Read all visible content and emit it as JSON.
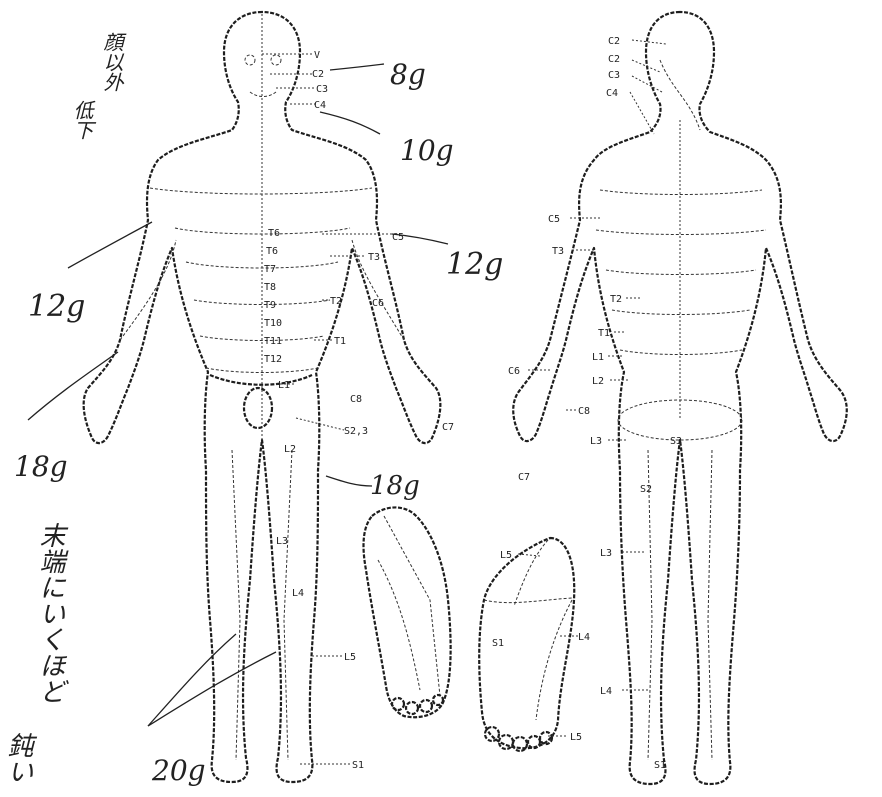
{
  "front_labels": {
    "v": "V",
    "c2": "C2",
    "c3": "C3",
    "c4": "C4",
    "t6": "T6",
    "t6b": "T6",
    "t7": "T7",
    "t8": "T8",
    "t9": "T9",
    "t10": "T10",
    "t11": "T11",
    "t12": "T12",
    "c5": "C5",
    "t3": "T3",
    "t2": "T2",
    "c6r": "C6",
    "t1": "T1",
    "l1": "L1",
    "c8": "C8",
    "c7": "C7",
    "s23": "S2,3",
    "l2": "L2",
    "l3": "L3",
    "l4": "L4",
    "l5": "L5",
    "s1": "S1"
  },
  "back_labels": {
    "c2a": "C2",
    "c2b": "C2",
    "c3": "C3",
    "c4": "C4",
    "c5": "C5",
    "t3": "T3",
    "t2": "T2",
    "t1": "T1",
    "c6": "C6",
    "c8": "C8",
    "c7": "C7",
    "l1": "L1",
    "l2": "L2",
    "l3a": "L3",
    "s3": "S3",
    "s2": "S2",
    "l3b": "L3",
    "l4": "L4",
    "s1": "S1"
  },
  "foot_left_labels": {},
  "foot_right_labels": {
    "l5a": "L5",
    "s1": "S1",
    "l4": "L4",
    "l5b": "L5"
  },
  "handwriting": {
    "kanji_col1": "顔以外",
    "kanji_col2": "低下",
    "g8": "8g",
    "g10": "10g",
    "g12a": "12g",
    "g12b": "12g",
    "g18a": "18g",
    "g18b": "18g",
    "kanji_tail": "末端にいくほど",
    "kanji_dull": "鈍い",
    "g20": "20g"
  }
}
